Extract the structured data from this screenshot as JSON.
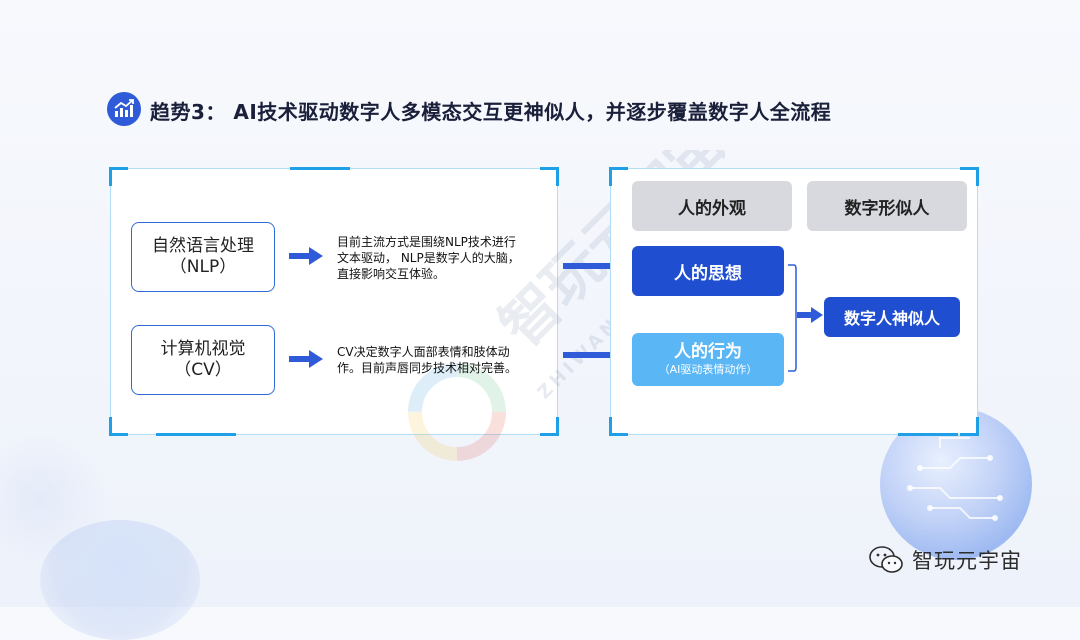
{
  "title": "趋势3： AI技术驱动数字人多模态交互更神似人，并逐步覆盖数字人全流程",
  "watermark": {
    "chinese": "智玩元宇宙",
    "english": "ZHIWANG METAVERSE"
  },
  "left_panel": {
    "rows": [
      {
        "method_line1": "自然语言处理",
        "method_line2": "（NLP）",
        "desc_lines": [
          "目前主流方式是围绕NLP技术进行",
          "文本驱动，  NLP是数字人的大脑，",
          "直接影响交互体验。"
        ]
      },
      {
        "method_line1": "计算机视觉",
        "method_line2": "（CV）",
        "desc_lines": [
          "CV决定数字人面部表情和肢体动",
          "作。目前声唇同步技术相对完善。"
        ]
      }
    ]
  },
  "right_panel": {
    "appearance": "人的外观",
    "form": "数字形似人",
    "thinking": "人的思想",
    "behavior": "人的行为",
    "behavior_sub": "（AI驱动表情动作）",
    "result": "数字人神似人"
  },
  "footer": {
    "brand": "智玩元宇宙"
  },
  "colors": {
    "accent_blue": "#2f5bd8",
    "frame_cyan": "#1fa0e6",
    "dark_blue": "#1f4fd0",
    "light_blue": "#5bb6f5",
    "gray": "#d7d9df"
  }
}
